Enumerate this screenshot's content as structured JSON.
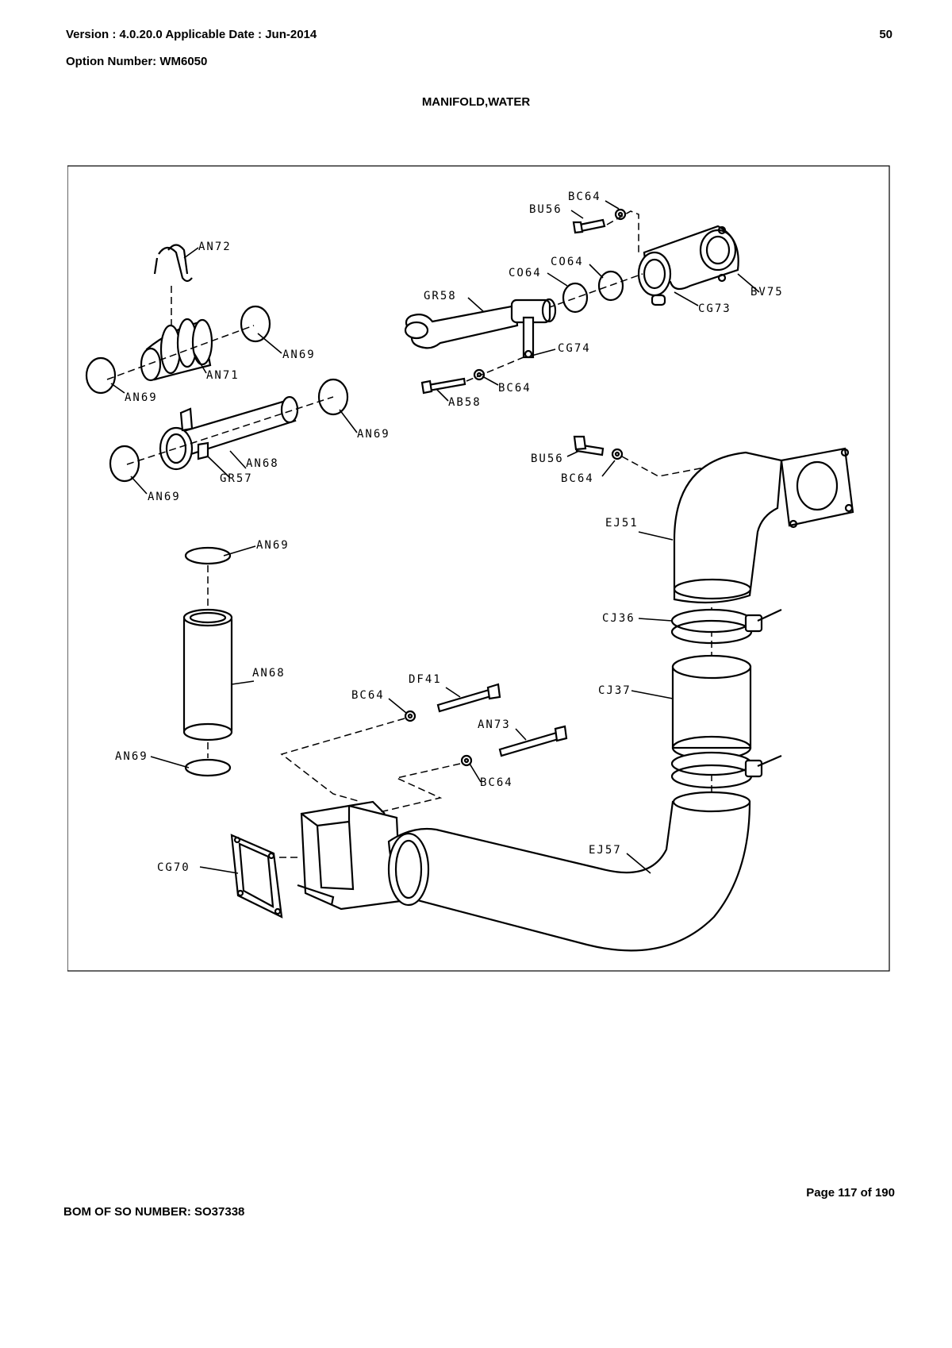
{
  "header": {
    "version": "Version : 4.0.20.0 Applicable Date : Jun-2014",
    "page_number": "50",
    "option": "Option Number: WM6050",
    "title": "MANIFOLD,WATER"
  },
  "figure": {
    "labels": {
      "bc64_top": "BC64",
      "bu56_top": "BU56",
      "an72": "AN72",
      "co64_a": "CO64",
      "co64_b": "CO64",
      "gr58": "GR58",
      "bv75": "BV75",
      "cg73": "CG73",
      "an69_a": "AN69",
      "an71": "AN71",
      "cg74": "CG74",
      "an69_b": "AN69",
      "bc64_mid": "BC64",
      "ab58": "AB58",
      "an69_c": "AN69",
      "an68_a": "AN68",
      "gr57": "GR57",
      "an69_d": "AN69",
      "bu56_mid": "BU56",
      "bc64_right": "BC64",
      "ej51": "EJ51",
      "an69_e": "AN69",
      "cj36": "CJ36",
      "an68_b": "AN68",
      "df41": "DF41",
      "bc64_low": "BC64",
      "cj37": "CJ37",
      "an73": "AN73",
      "an69_f": "AN69",
      "bc64_bottom": "BC64",
      "ej57": "EJ57",
      "cg70": "CG70"
    }
  },
  "footer": {
    "page_of": "Page 117 of 190",
    "bom": "BOM OF SO NUMBER: SO37338"
  }
}
